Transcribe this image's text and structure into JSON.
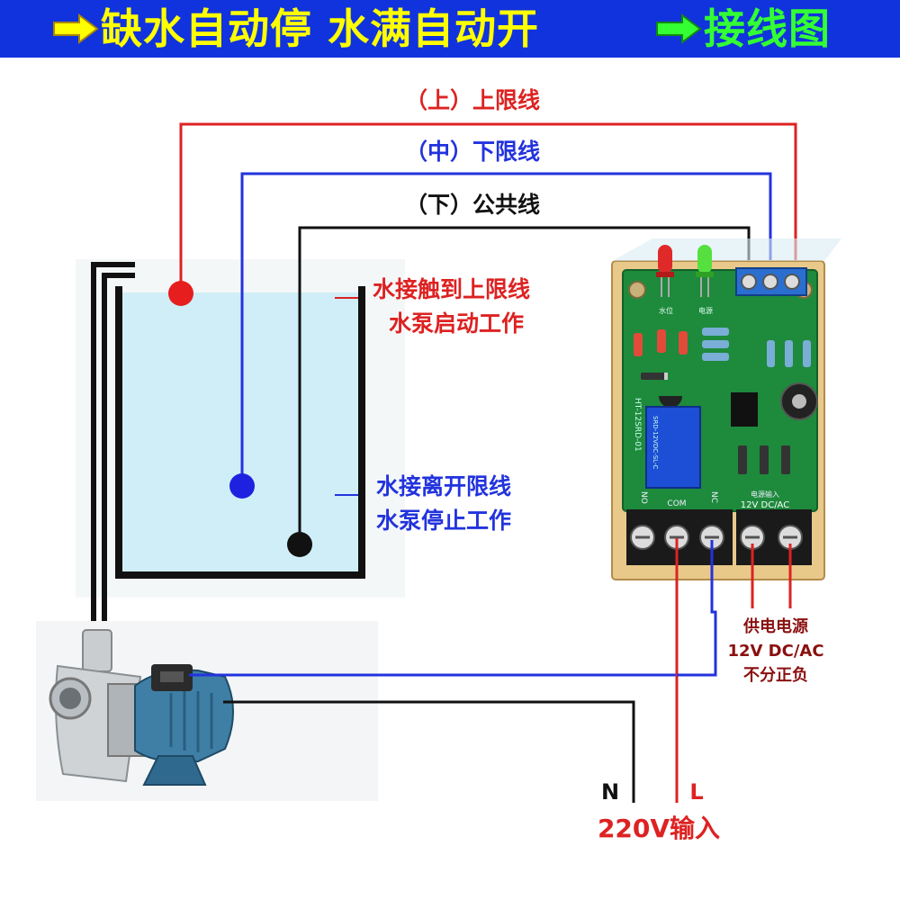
{
  "banner": {
    "title": "缺水自动停 水满自动开",
    "subtitle": "接线图",
    "colors": {
      "background": "#1133dd",
      "title": "#ffff00",
      "subtitle": "#33ff33"
    }
  },
  "wires": {
    "upper": {
      "label": "（上）上限线",
      "color": "#dd2222"
    },
    "middle": {
      "label": "（中）下限线",
      "color": "#2233dd"
    },
    "lower": {
      "label": "（下）公共线",
      "color": "#111111"
    }
  },
  "tank": {
    "note_upper": [
      "水接触到上限线",
      "水泵启动工作"
    ],
    "note_lower": [
      "水接离开限线",
      "水泵停止工作"
    ],
    "water_color": "#cfeef7"
  },
  "board": {
    "model": "HT-12SRD-01",
    "relay_text": "SRD-12VDC-SL-C",
    "terminal_labels": {
      "no": "NO",
      "com": "COM",
      "nc": "NC",
      "power": "电源输入",
      "voltage": "12V  DC/AC"
    },
    "led_labels": [
      "水位",
      "电源"
    ],
    "pcb_color": "#1e8a3c"
  },
  "power_note": [
    "供电电源",
    "12V DC/AC",
    "不分正负"
  ],
  "mains": {
    "n": "N",
    "l": "L",
    "input": "220V输入"
  },
  "icons": [
    "arrow-right-icon",
    "pump-icon",
    "led-icon",
    "relay-icon"
  ]
}
